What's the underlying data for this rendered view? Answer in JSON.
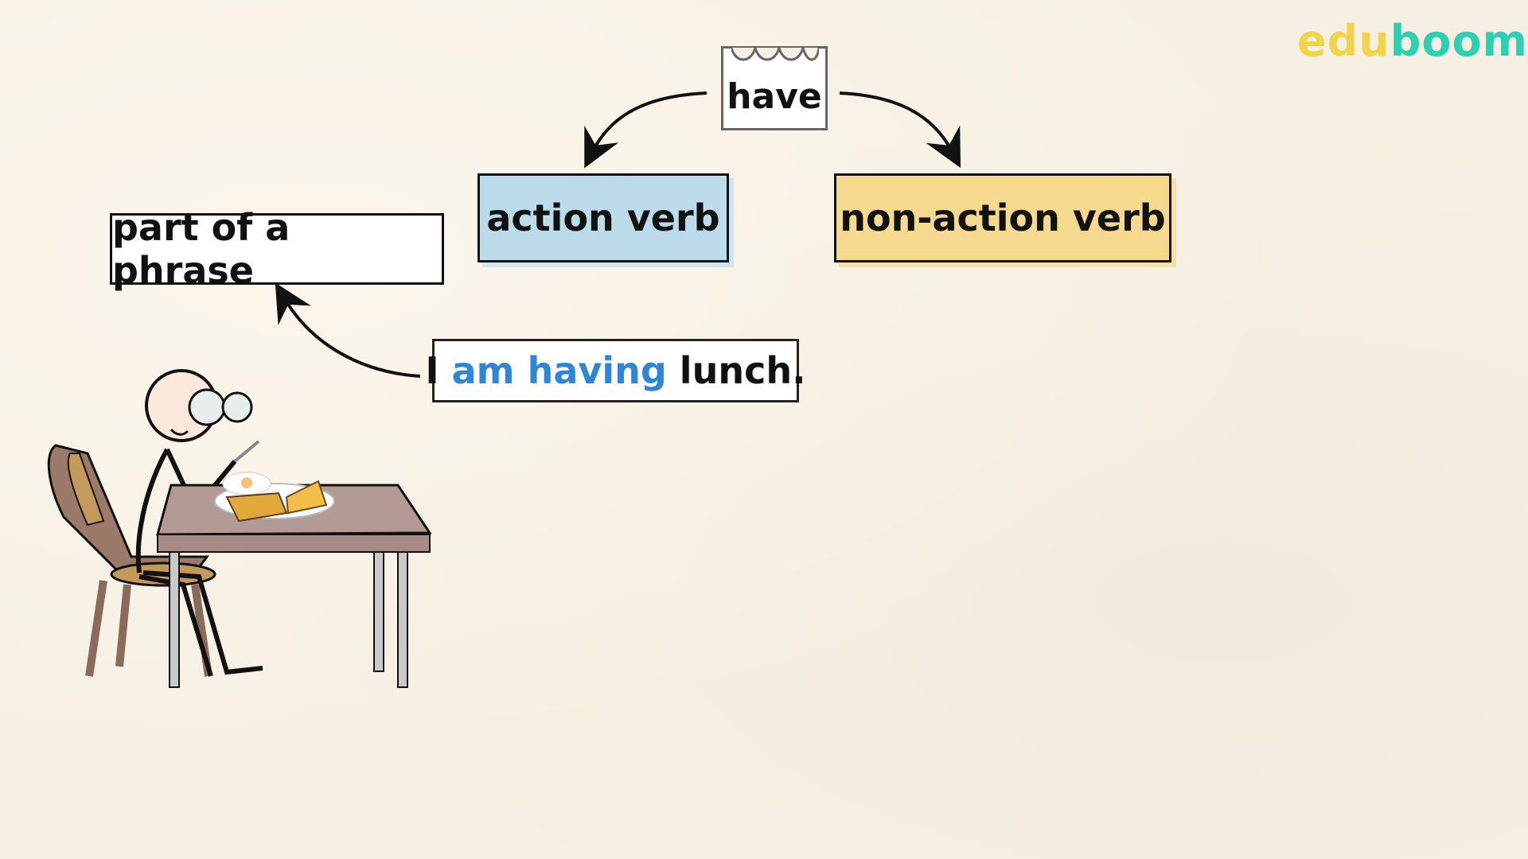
{
  "logo": {
    "part1": "edu",
    "part2": "boom",
    "colors": {
      "edu": "#f2d44a",
      "boom": "#2dd0b0"
    }
  },
  "diagram": {
    "root": {
      "label": "have"
    },
    "branches": [
      {
        "label": "action verb",
        "color": "#bcdcec"
      },
      {
        "label": "non-action verb",
        "color": "#f5d98f"
      }
    ],
    "annotation": {
      "label": "part of a phrase"
    },
    "example_sentence": {
      "before": "I ",
      "highlight": "am having",
      "after": " lunch.",
      "highlight_color": "#2f86d6"
    }
  },
  "illustration": {
    "description": "stick figure with glasses sitting on a chair at a table eating lunch (eggs, toast, cheese) with a fork"
  }
}
